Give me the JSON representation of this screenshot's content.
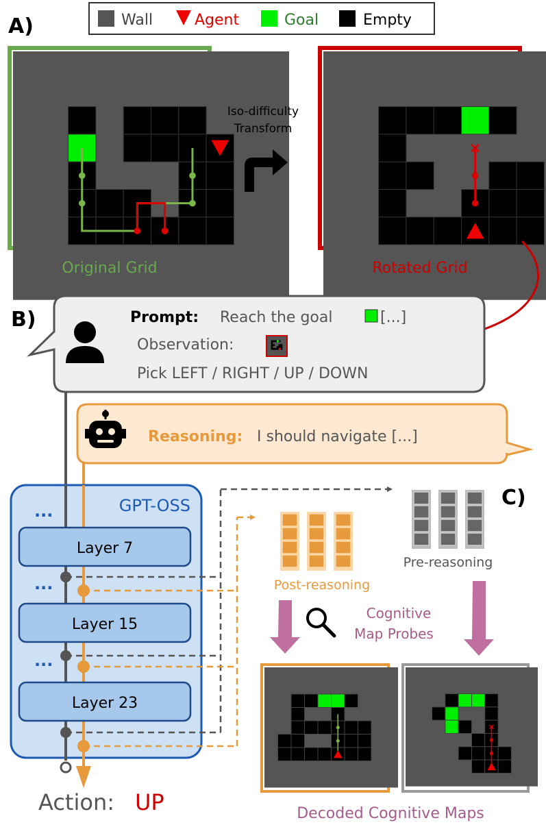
{
  "panel_labels": {
    "a": "A)",
    "b": "B)",
    "c": "C)"
  },
  "legend": {
    "items": [
      {
        "label": "Wall",
        "color": "#555555",
        "text_color": "#444444",
        "icon": "square"
      },
      {
        "label": "Agent",
        "color": "#ee0000",
        "text_color": "#dd0000",
        "icon": "triangle-down"
      },
      {
        "label": "Goal",
        "color": "#00ee00",
        "text_color": "#2e7d32",
        "icon": "square"
      },
      {
        "label": "Empty",
        "color": "#000000",
        "text_color": "#000000",
        "icon": "square"
      }
    ]
  },
  "transform_label": [
    "Iso-difficulty",
    "Transform"
  ],
  "original_grid": {
    "caption": "Original Grid",
    "rows": [
      "WWWWWWWWWW",
      "WWWWWWWWWW",
      "WWEWEEEWWW",
      "WWGWEEEAWW",
      "WWEWWWEEWW",
      "WWEEEWEEWW",
      "WWEEEEEEWW",
      "WWWWWWWWWW",
      "WWWWWWWWWW"
    ],
    "green_path": [
      [
        2,
        3
      ],
      [
        2,
        6
      ],
      [
        4,
        6
      ],
      [
        4,
        5
      ],
      [
        6,
        5
      ],
      [
        6,
        3
      ]
    ],
    "green_dots": [
      [
        2,
        4
      ],
      [
        2,
        5
      ],
      [
        5,
        6
      ],
      [
        6,
        4
      ],
      [
        6,
        5
      ]
    ],
    "red_path": [
      [
        4,
        6
      ],
      [
        4,
        5
      ],
      [
        5,
        5
      ],
      [
        5,
        6
      ]
    ],
    "red_dots": [
      [
        4,
        6
      ],
      [
        5,
        6
      ]
    ],
    "agent": [
      7,
      3
    ],
    "agent_dir": "down"
  },
  "rotated_grid": {
    "caption": "Rotated Grid",
    "rows": [
      "WWWWWWWWWW",
      "WWWWWWWWWW",
      "WWEEEGEWWW",
      "WWEWWWWWWW",
      "WWEEWWEEWW",
      "WWEWWEEEWW",
      "WWEEEEAEWW",
      "WWWWWWWWWW",
      "WWWWWWWWWW"
    ],
    "red_path": [
      [
        5,
        3
      ],
      [
        5,
        5
      ]
    ],
    "red_dots": [
      [
        5,
        4
      ],
      [
        5,
        5
      ]
    ],
    "red_x": [
      5,
      3
    ],
    "agent": [
      5,
      6
    ],
    "agent_dir": "up"
  },
  "prompt": {
    "prompt_label": "Prompt:",
    "prompt_text": "Reach the goal",
    "prompt_suffix": "[...]",
    "observation_label": "Observation:",
    "pick_text": "Pick LEFT / RIGHT / UP / DOWN"
  },
  "reasoning": {
    "label": "Reasoning:",
    "text": "I should navigate [...]"
  },
  "model": {
    "name": "GPT-OSS",
    "dots": "...",
    "layers": [
      "Layer 7",
      "Layer 15",
      "Layer 23"
    ]
  },
  "action": {
    "label": "Action:",
    "value": "UP"
  },
  "probes": {
    "post_label": "Post-reasoning",
    "pre_label": "Pre-reasoning",
    "probe_label": [
      "Cognitive",
      "Map Probes"
    ],
    "decoded_caption": "Decoded Cognitive Maps"
  },
  "decoded_post": {
    "rows": [
      "WWWWWWWWWW",
      "WWWWWWWWWW",
      "WWEEGGEWWW",
      "WWEWWEWWWW",
      "WWEEEEEEWW",
      "WEEWWEEEWW",
      "WEEEEEAEWW",
      "WWWWWWWWWW",
      "WWWWWWWWWW"
    ],
    "green_path": [
      [
        5,
        3
      ],
      [
        5,
        6
      ]
    ],
    "green_dots": [
      [
        5,
        4
      ],
      [
        5,
        5
      ]
    ],
    "agent": [
      5,
      6
    ],
    "agent_dir": "up"
  },
  "decoded_pre": {
    "rows": [
      "WWWWWWWWWW",
      "WWWWWWWWWW",
      "WWWEGGEWWW",
      "WWEGWWEWWW",
      "WWWGEWEWWW",
      "WWWWWEEWWW",
      "WWWWEEEEWW",
      "WWWWWEAEWW",
      "WWWWWWWWWW"
    ],
    "red_path": [
      [
        6,
        4
      ],
      [
        6,
        7
      ]
    ],
    "red_dots": [
      [
        6,
        5
      ],
      [
        6,
        6
      ]
    ],
    "red_x": [
      6,
      4
    ],
    "agent": [
      6,
      7
    ],
    "agent_dir": "up"
  },
  "colors": {
    "wall": "#555555",
    "empty": "#000000",
    "goal": "#00ee00",
    "agent": "#ee0000",
    "green_frame": "#6aa84f",
    "red_frame": "#cc0000",
    "caption_green": "#6aa84f",
    "caption_red": "#cc0000",
    "orange": "#e69a3c",
    "gray_arrow": "#555555",
    "blue": "#1c5ab4",
    "purple": "#a65c8a",
    "probe_arrow": "#c070a0"
  }
}
